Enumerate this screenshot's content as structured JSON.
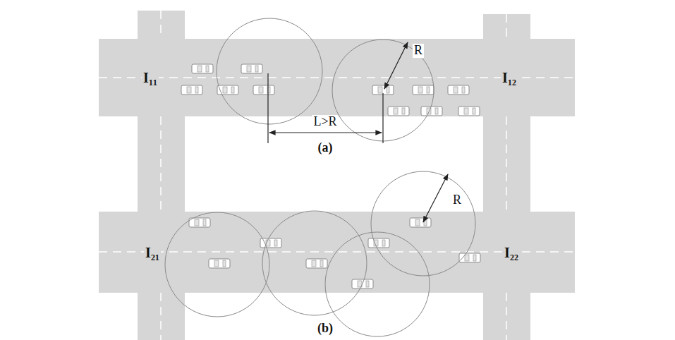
{
  "diagram": {
    "labels": [
      "I₁₁",
      "I₁₂",
      "R",
      "L>R",
      "(a)",
      "I₂₁",
      "I₂₂",
      "R",
      "(b)"
    ]
  }
}
